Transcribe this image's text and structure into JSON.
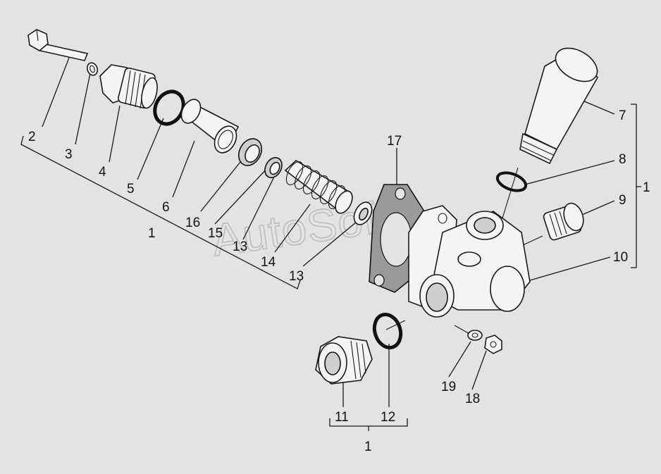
{
  "watermark": "AutoSoft",
  "labels": {
    "l1a": "1",
    "l1b": "1",
    "l1c": "1",
    "l2": "2",
    "l3": "3",
    "l4": "4",
    "l5": "5",
    "l6": "6",
    "l7": "7",
    "l8": "8",
    "l9": "9",
    "l10": "10",
    "l11": "11",
    "l12": "12",
    "l13a": "13",
    "l13b": "13",
    "l14": "14",
    "l15": "15",
    "l16": "16",
    "l17": "17",
    "l18": "18",
    "l19": "19"
  },
  "colors": {
    "background": "#e3e3e3",
    "ink": "#1a1a1a",
    "gasket": "#9a9a9a"
  }
}
